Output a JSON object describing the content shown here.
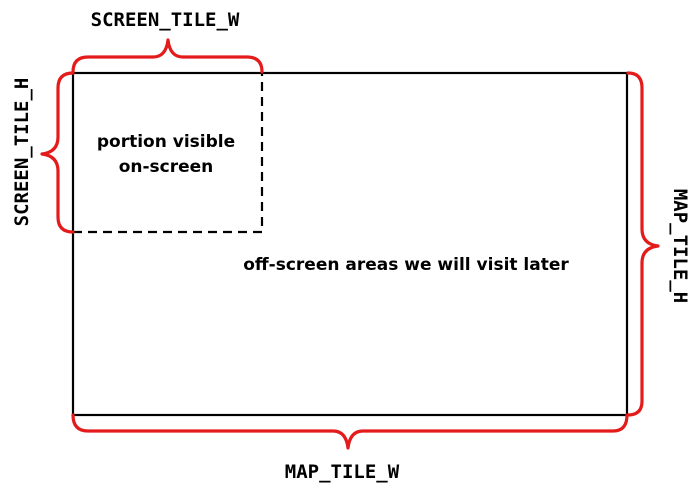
{
  "labels": {
    "screen_tile_w": "SCREEN_TILE_W",
    "screen_tile_h": "SCREEN_TILE_H",
    "map_tile_w": "MAP_TILE_W",
    "map_tile_h": "MAP_TILE_H"
  },
  "regions": {
    "visible_line1": "portion visible",
    "visible_line2": "on-screen",
    "offscreen": "off-screen areas we will visit later"
  },
  "colors": {
    "brace": "#e31b1b",
    "outline": "#000000"
  }
}
